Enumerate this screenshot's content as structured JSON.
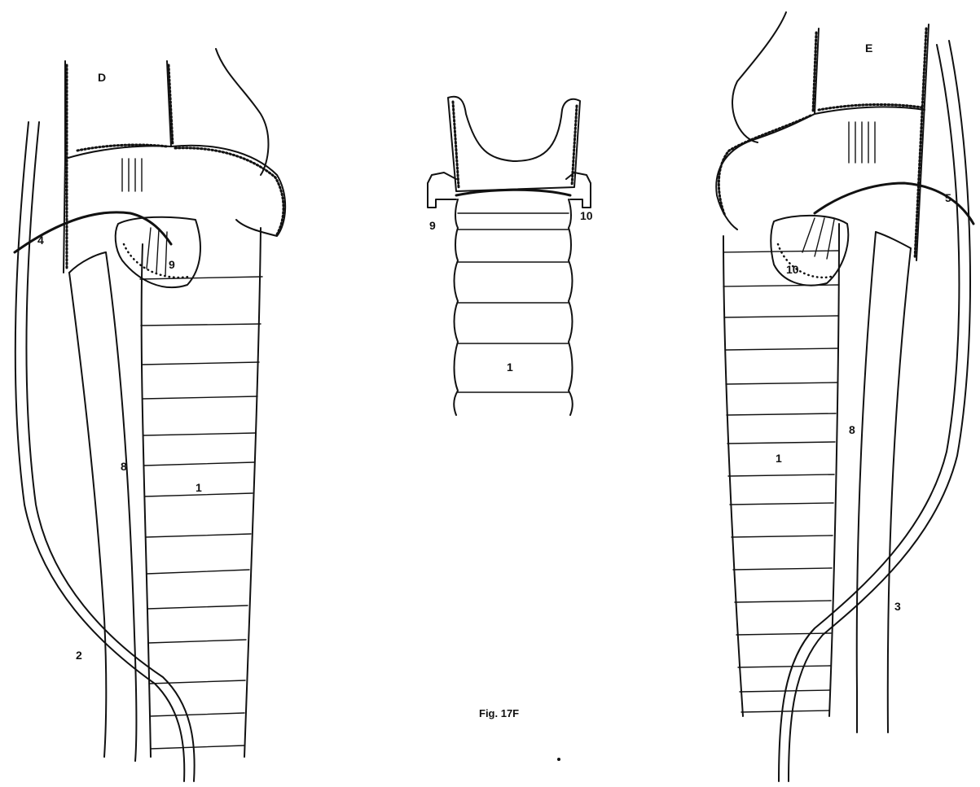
{
  "figure": {
    "caption": "Fig. 17F",
    "panels": {
      "left": {
        "letter": "D"
      },
      "right": {
        "letter": "E"
      }
    },
    "labels": {
      "left_trachea": "1",
      "left_vessel": "2",
      "left_nerve": "4",
      "left_esophagus": "8",
      "left_gland": "9",
      "center_trachea": "1",
      "center_left": "9",
      "center_right": "10",
      "right_trachea": "1",
      "right_vessel": "3",
      "right_nerve": "5",
      "right_esophagus": "8",
      "right_gland": "10"
    }
  }
}
